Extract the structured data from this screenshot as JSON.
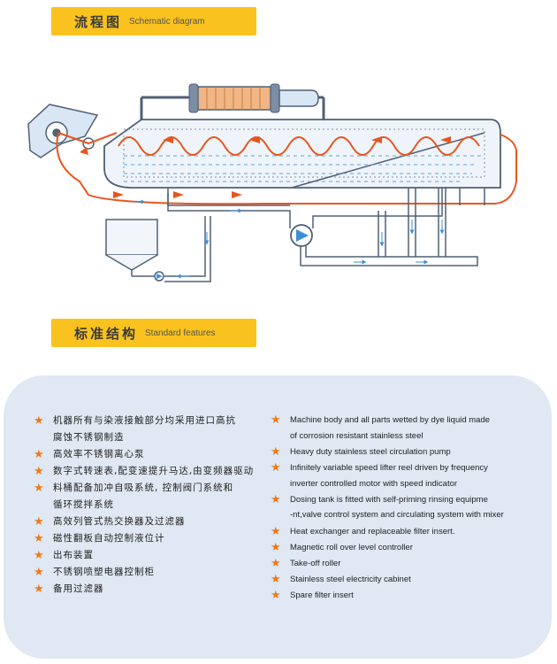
{
  "sections": {
    "flow": {
      "title_cn": "流程图",
      "title_en": "Schematic diagram"
    },
    "features": {
      "title_cn": "标准结构",
      "title_en": "Standard features"
    }
  },
  "features_cn": [
    {
      "lines": [
        "机器所有与染液接触部分均采用进口高抗",
        "腐蚀不锈钢制造"
      ]
    },
    {
      "lines": [
        "高效率不锈钢离心泵"
      ]
    },
    {
      "lines": [
        "数字式转速表,配变速提升马达,由变频器驱动"
      ]
    },
    {
      "lines": [
        "料桶配备加冲自吸系统, 控制阀门系统和",
        "循环搅拌系统"
      ]
    },
    {
      "lines": [
        "高效列管式热交换器及过滤器"
      ]
    },
    {
      "lines": [
        "磁性翻板自动控制液位计"
      ]
    },
    {
      "lines": [
        "出布装置"
      ]
    },
    {
      "lines": [
        "不锈钢喷塑电器控制柜"
      ]
    },
    {
      "lines": [
        "备用过滤器"
      ]
    }
  ],
  "features_en": [
    {
      "lines": [
        "Machine body and  all parts  wetted by dye  liquid made",
        "of  corrosion  resistant stainless steel"
      ]
    },
    {
      "lines": [
        "Heavy duty stainless steel circulation pump"
      ]
    },
    {
      "lines": [
        "Infinitely variable speed  lifter reel driven by frequency",
        "inverter controlled motor with speed  indicator"
      ]
    },
    {
      "lines": [
        "Dosing tank is fitted with self-priming rinsing equipme",
        "-nt,valve control system and circulating system with mixer"
      ]
    },
    {
      "lines": [
        "Heat exchanger and replaceable filter insert."
      ]
    },
    {
      "lines": [
        "Magnetic roll over level controller"
      ]
    },
    {
      "lines": [
        "Take-off roller"
      ]
    },
    {
      "lines": [
        "Stainless  steel electricity cabinet"
      ]
    },
    {
      "lines": [
        "Spare filter insert"
      ]
    }
  ],
  "colors": {
    "banner": "#f9c21e",
    "fabric_path": "#e8561e",
    "arrow": "#e8561e",
    "pipe_stroke": "#4f6077",
    "pipe_fill": "#d9e7f4",
    "water": "#3d8fd8",
    "bullet_star": "#f07a16",
    "panel": "#dfe8f3"
  },
  "icons": {
    "bullet": "star-icon",
    "pump": "pump-icon"
  }
}
